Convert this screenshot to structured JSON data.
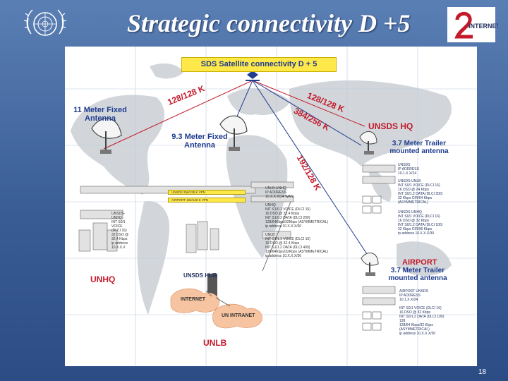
{
  "slide": {
    "title": "Strategic connectivity D +5",
    "number": "18",
    "internet_logo_text": "INTERNET"
  },
  "diagram": {
    "banner": "SDS Satellite connectivity D + 5",
    "rates": {
      "left_uplink": "128/128 K",
      "right_uplink": "128/128 K",
      "hq_link": "384/256 K",
      "trailer_link": "192/128 K"
    },
    "labels": {
      "fixed_11m": [
        "11 Meter Fixed",
        "Antenna"
      ],
      "fixed_93m": [
        "9.3 Meter Fixed",
        "Antenna"
      ],
      "unsds_hq": "UNSDS HQ",
      "trailer_hq": [
        "3.7 Meter Trailer",
        "mounted antenna"
      ],
      "airport": "AIRPORT",
      "trailer_airport": [
        "3.7 Meter Trailer",
        "mounted antenna"
      ],
      "unhq": "UNHQ",
      "unsds_hub": "UNSDS HUB",
      "internet": "INTERNET",
      "un_intranet": "UN INTRANET",
      "unlb": "UNLB"
    },
    "notes": {
      "hq_addr": "UNSDS\nIP ADDRESS\n10.1.X.X/24",
      "hq_unlb": "UNSDS-UNLB\nINT S0/1 VOICE (DLCI 16)\n16 DSO @ 24 Kbps\nINT S0/1.2 DATA (DLCI 200)\n32 Kbps CIR/64 Kbps\n(ASYMMETRICAL)",
      "hq_unhq": "UNSDS-UNHQ\nINT S0/1 VOICE (DLCI 16)\n16 DSO @ 32 Kbps\nINT S0/1.2 DATA (DLCI 100)\n32 Kbps CIR/96 Kbps\nip address 10.X.X.X/30",
      "unlb_center": "UNLB-UNHQ\nIP ADDRESS\n10.X.X.X/24 WAN",
      "unhq_center": "UNHQ\nINT S1/0.1 VOICE (DLCI 16)\n16 DSO @ 32.4 Kbps\nINT S1/0.2 DATA (DLCI 200)\n128/64Kbps/32Kbps (ASYMMETRICAL)\nip address 10.X.X.X/30",
      "unlb_lower": "UNLB\nINT S1/1.1 VOICE (DLCI 16)\n16 DSO @ 32.4 Kbps\nINT S1/1.2 DATA (DLCI 400)\n128/64Kbps/32Kbps (ASYMMETRICAL)\nip address 10.X.X.X/30",
      "unhq_left": "UNSDS-\nUNHQ\nINT S0/1\nVOICE\n(DLCI 16)\n32 DSO @\n32.4 Kbps\nip address\n10.X.X.X",
      "airport_addr": "AIRPORT UNSDS\nIP ADDRESS\n10.1.X.X/24",
      "airport_info": "INT S0/1 VOICE (DLCI 16)\n16 DSO @ 32 Kbps\nINT S0/1.2 DATA (DLCI 100)\n128\n128/64 Kbps/32 Kbps\n(ASYMMETRICAL)\nip address 10.X.X.X/30"
    },
    "bars": [
      "UNSDS 256/128 K VPN",
      "AIRPORT 192/128 K VPN"
    ],
    "colors": {
      "banner": "#ffe84a",
      "rate_text": "#c3192a",
      "label_blue": "#1f3c8f",
      "map": "#d2d6da",
      "slide_bg": "#3a5d96"
    }
  }
}
